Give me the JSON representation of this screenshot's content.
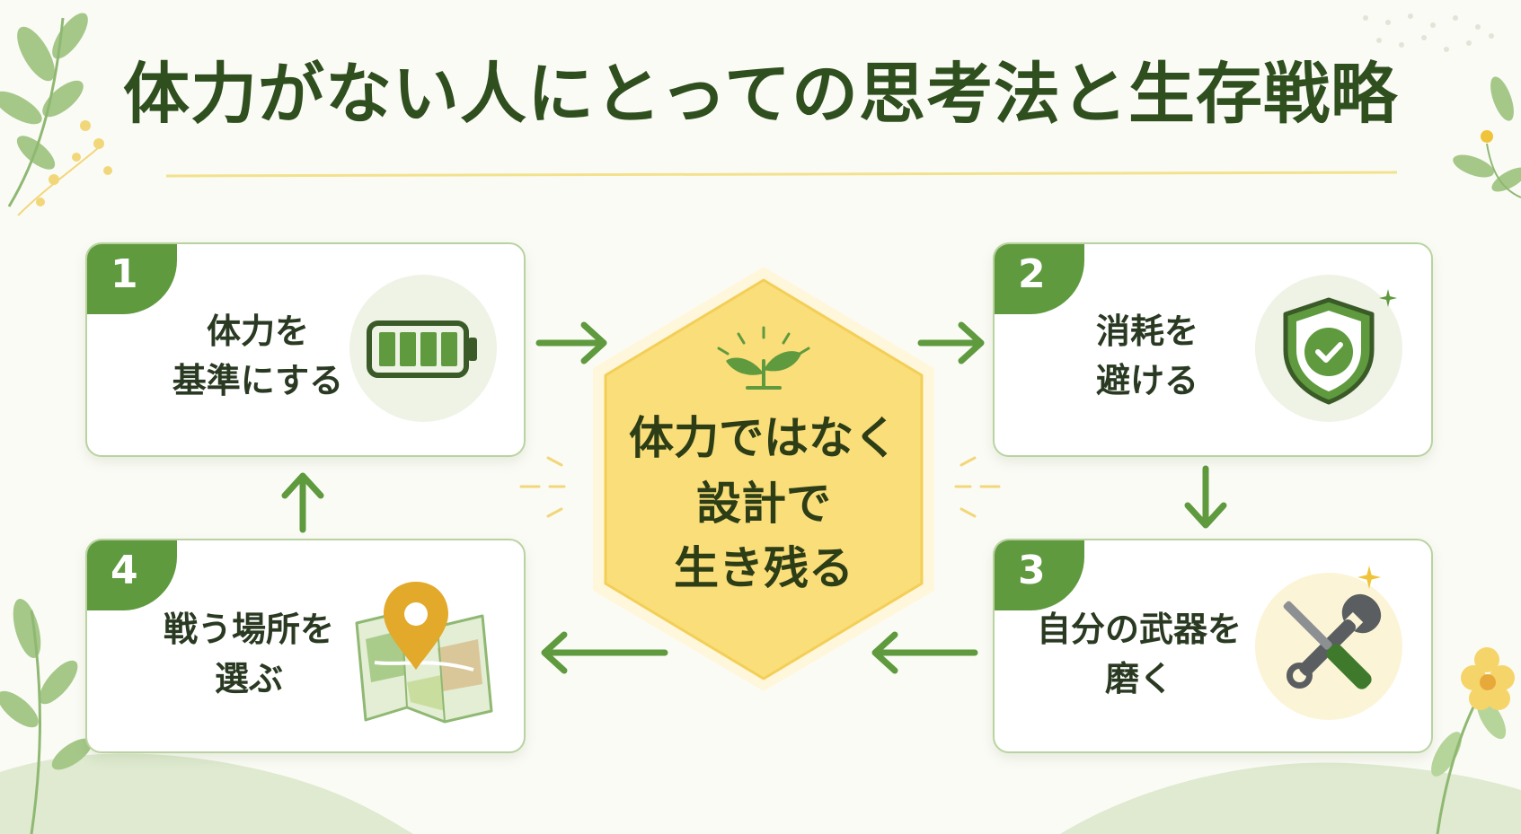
{
  "title": "体力がない人にとっての思考法と生存戦略",
  "center": {
    "text": "体力ではなく\n設計で\n生き残る",
    "icon": "sprout-icon"
  },
  "steps": [
    {
      "number": "1",
      "text": "体力を\n基準にする",
      "icon": "battery-icon"
    },
    {
      "number": "2",
      "text": "消耗を\n避ける",
      "icon": "shield-check-icon"
    },
    {
      "number": "3",
      "text": "自分の武器を\n磨く",
      "icon": "wrench-screwdriver-icon"
    },
    {
      "number": "4",
      "text": "戦う場所を\n選ぶ",
      "icon": "map-pin-icon"
    }
  ],
  "colors": {
    "primary_green": "#5f9a3e",
    "dark_green": "#2f4f1f",
    "card_border": "#b9d3a0",
    "center_yellow": "#f9de7a",
    "accent_yellow": "#f0c43a"
  }
}
